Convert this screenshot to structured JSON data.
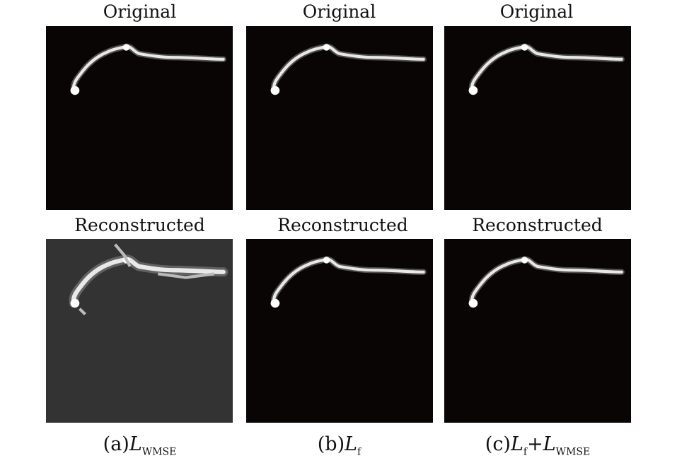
{
  "columns": [
    {
      "orig_title": "Original",
      "recon_title": "Reconstructed",
      "caption": {
        "prefix": "(a)",
        "main": "L",
        "sub": "WMSE",
        "plus": "",
        "main2": "",
        "sub2": ""
      },
      "recon_bg": "#333333"
    },
    {
      "orig_title": "Original",
      "recon_title": "Reconstructed",
      "caption": {
        "prefix": "(b)",
        "main": "L",
        "sub": "f",
        "plus": "",
        "main2": "",
        "sub2": ""
      },
      "recon_bg": "#0a0505"
    },
    {
      "orig_title": "Original",
      "recon_title": "Reconstructed",
      "caption": {
        "prefix": "(c)",
        "main": "L",
        "sub": "f",
        "plus": "+",
        "main2": "L",
        "sub2": "WMSE"
      },
      "recon_bg": "#0a0505"
    }
  ],
  "colors": {
    "image_bg": "#0a0505",
    "streak": "#e8e8e8"
  }
}
